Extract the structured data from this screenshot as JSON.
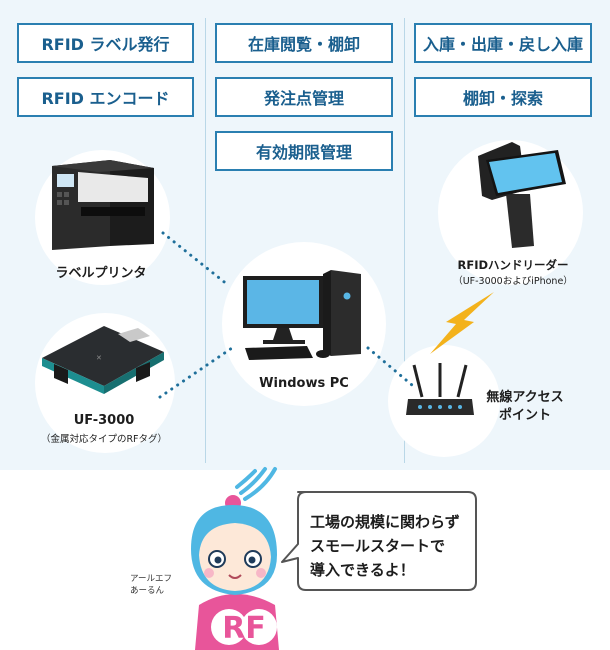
{
  "function_boxes": {
    "col1": [
      "RFID ラベル発行",
      "RFID エンコード"
    ],
    "col2": [
      "在庫閲覧・棚卸",
      "発注点管理",
      "有効期限管理"
    ],
    "col3": [
      "入庫・出庫・戻し入庫",
      "棚卸・探索"
    ]
  },
  "devices": {
    "label_printer": {
      "name": "ラベルプリンタ"
    },
    "uf3000": {
      "name": "UF-3000",
      "note": "（金属対応タイプのRFタグ）"
    },
    "pc": {
      "name": "Windows PC"
    },
    "handheld": {
      "name": "RFIDハンドリーダー",
      "note": "（UF-3000およびiPhone）"
    },
    "access_point": {
      "line1": "無線アクセス",
      "line2": "ポイント"
    }
  },
  "character": {
    "name_line1": "アールエフ",
    "name_line2": "あーるん",
    "shirt_text": "RF",
    "speech": [
      "工場の規模に関わらず",
      "スモールスタートで",
      "導入できるよ！"
    ]
  },
  "colors": {
    "accent_blue": "#2a7fb1",
    "panel_bg": "#eef6fb",
    "link_dot": "#1f6f9a",
    "signal_yellow": "#f3b21c",
    "character_pink": "#e8559a",
    "character_hair": "#4fb7e3"
  }
}
